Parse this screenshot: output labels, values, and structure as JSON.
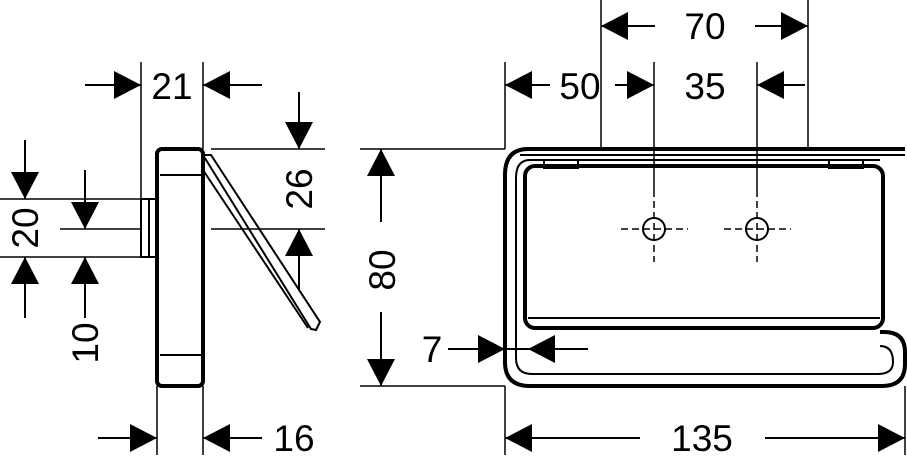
{
  "dimensions": {
    "side_depth": "21",
    "side_bracket_height": "26",
    "side_plate_height": "20",
    "side_lower_offset": "10",
    "side_plate_width": "16",
    "front_top_total": "70",
    "front_left_spacing": "50",
    "front_right_spacing": "35",
    "front_height": "80",
    "front_bar_gap": "7",
    "front_total_width": "135"
  }
}
